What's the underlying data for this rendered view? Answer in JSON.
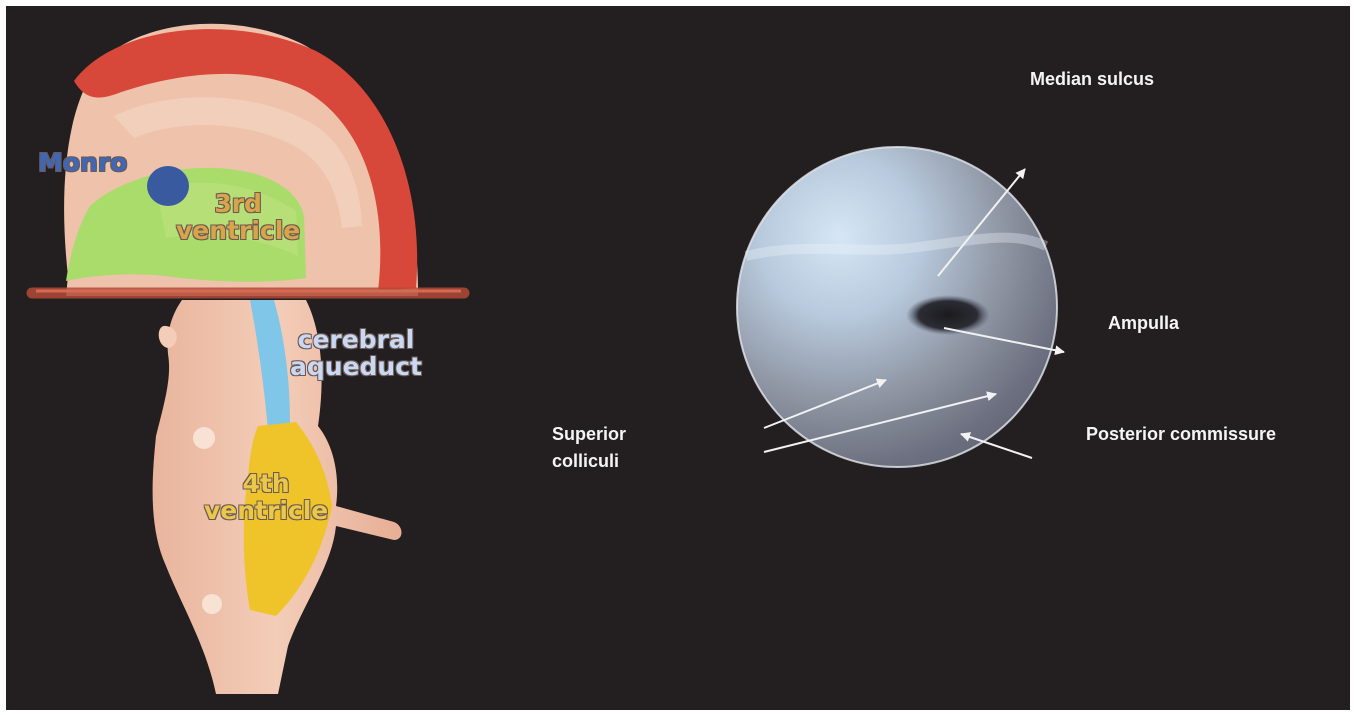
{
  "labels": {
    "monro": "Monro",
    "third_ventricle": "3rd\nventricle",
    "cerebral_aqueduct": "cerebral\naqueduct",
    "fourth_ventricle": "4th\nventricle",
    "median_sulcus": "Median sulcus",
    "ampulla": "Ampulla",
    "superior_colliculi": "Superior\ncolliculi",
    "posterior_commissure": "Posterior commissure"
  },
  "colors": {
    "background": "#231e1f",
    "cortex": "#d8483a",
    "brain_tissue": "#f0c4ae",
    "monro": "#3a5aa0",
    "third_ventricle": "#a9dc6a",
    "cerebral_aqueduct": "#7fc6e8",
    "fourth_ventricle": "#eec42a",
    "section_line": "#b24a38",
    "arrow": "#f2f2f2"
  }
}
